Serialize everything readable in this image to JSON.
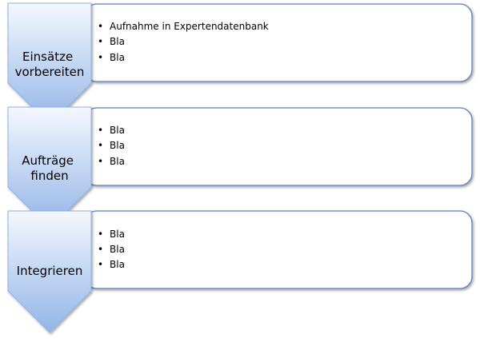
{
  "colors": {
    "chevron_light": "#f4f8fe",
    "chevron_dark": "#92b4e6",
    "chevron_border": "#8fb3e3",
    "box_border": "#5b7fbd",
    "box_fill": "#ffffff",
    "text": "#000000"
  },
  "steps": [
    {
      "label_lines": [
        "Einsätze",
        "vorbereiten"
      ],
      "items": [
        "Aufnahme in Expertendatenbank",
        "Bla",
        "Bla"
      ]
    },
    {
      "label_lines": [
        "Aufträge",
        "finden"
      ],
      "items": [
        "Bla",
        "Bla",
        "Bla"
      ]
    },
    {
      "label_lines": [
        "Integrieren"
      ],
      "items": [
        "Bla",
        "Bla",
        "Bla"
      ]
    }
  ]
}
